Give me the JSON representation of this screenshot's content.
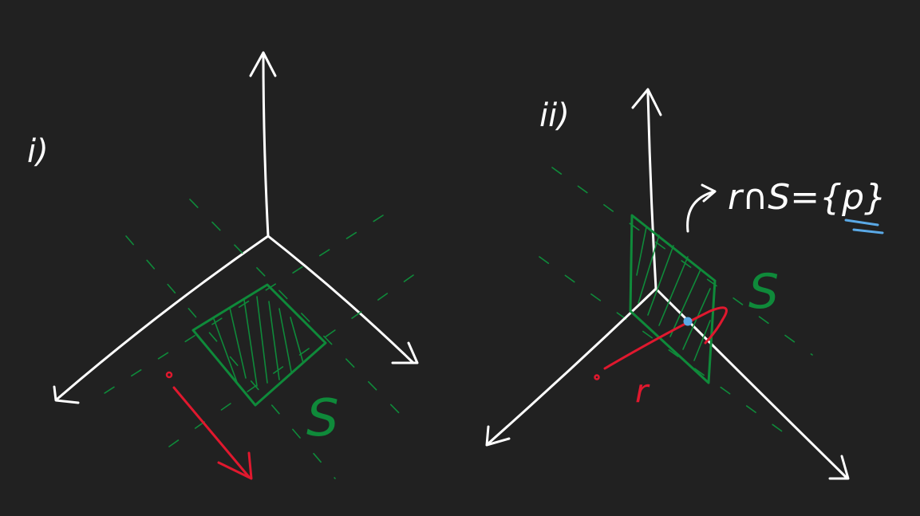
{
  "panels": [
    {
      "label": "i)",
      "set_label": "S"
    },
    {
      "label": "ii)",
      "set_label": "S",
      "line_label": "r",
      "equation": "r∩S={p}"
    }
  ],
  "colors": {
    "background": "#212121",
    "axes": "#ffffff",
    "set_S": "#0f8a3a",
    "line_r": "#e0182e",
    "point_p": "#5aa9e6"
  }
}
